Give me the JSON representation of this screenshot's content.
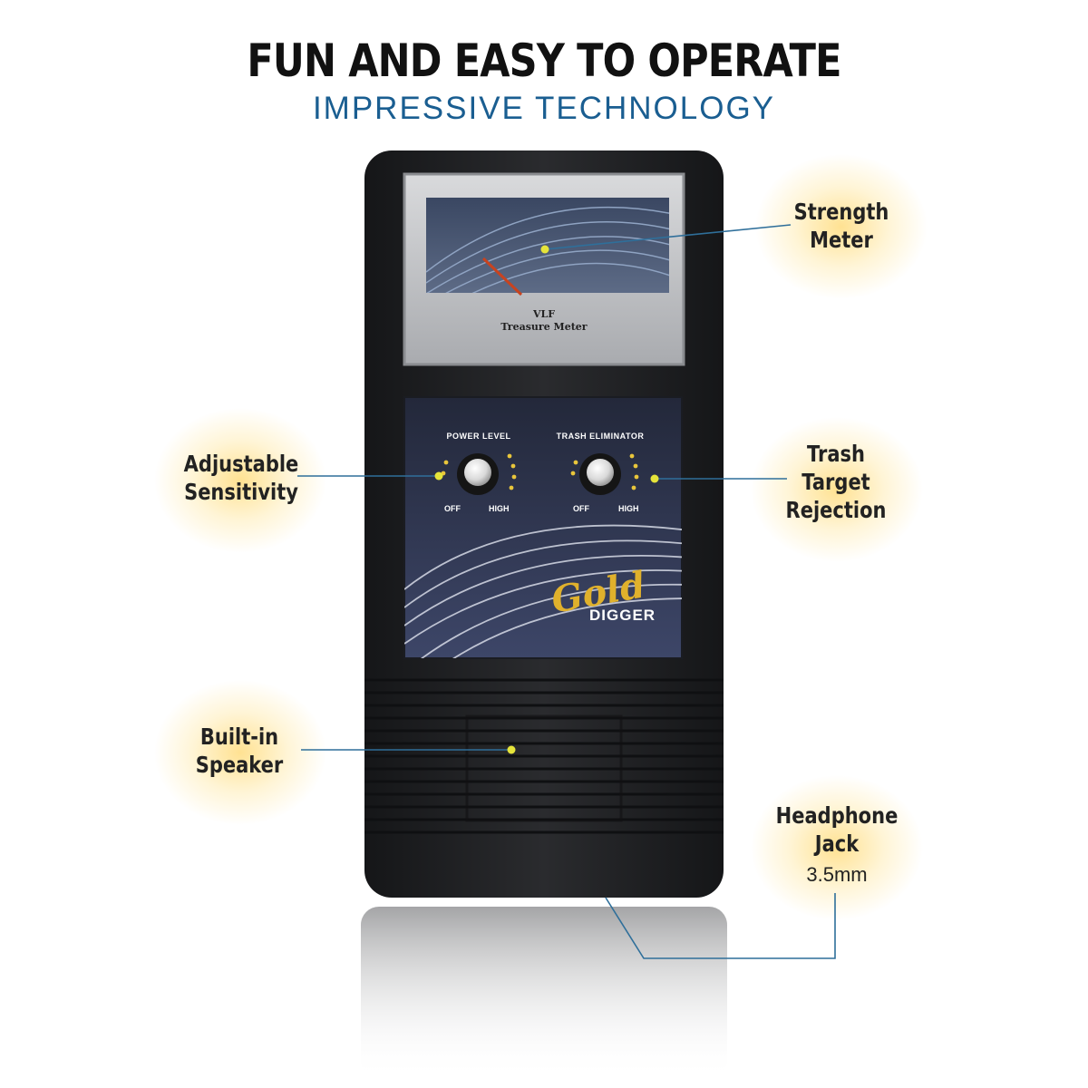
{
  "header": {
    "title": "FUN AND EASY TO OPERATE",
    "subtitle": "IMPRESSIVE TECHNOLOGY"
  },
  "device": {
    "meter": {
      "line1": "VLF",
      "line2": "Treasure Meter"
    },
    "controls": [
      {
        "name": "POWER LEVEL",
        "min": "OFF",
        "max": "HIGH"
      },
      {
        "name": "TRASH ELIMINATOR",
        "min": "OFF",
        "max": "HIGH"
      }
    ],
    "brand": {
      "script": "Gold",
      "word": "DIGGER"
    }
  },
  "callouts": [
    {
      "lines": [
        "Strength",
        "Meter"
      ]
    },
    {
      "lines": [
        "Adjustable",
        "Sensitivity"
      ]
    },
    {
      "lines": [
        "Trash",
        "Target",
        "Rejection"
      ]
    },
    {
      "lines": [
        "Built-in",
        "Speaker"
      ]
    },
    {
      "lines": [
        "Headphone",
        "Jack"
      ],
      "detail": "3.5mm"
    }
  ],
  "colors": {
    "headline": "#111111",
    "subtitle": "#1a5e91",
    "callout_line": "#2f6f9a",
    "glow": "#ffe08c",
    "device_body": "#202123",
    "panel": "#2e3550",
    "brand_gold": "#e0b12c"
  }
}
